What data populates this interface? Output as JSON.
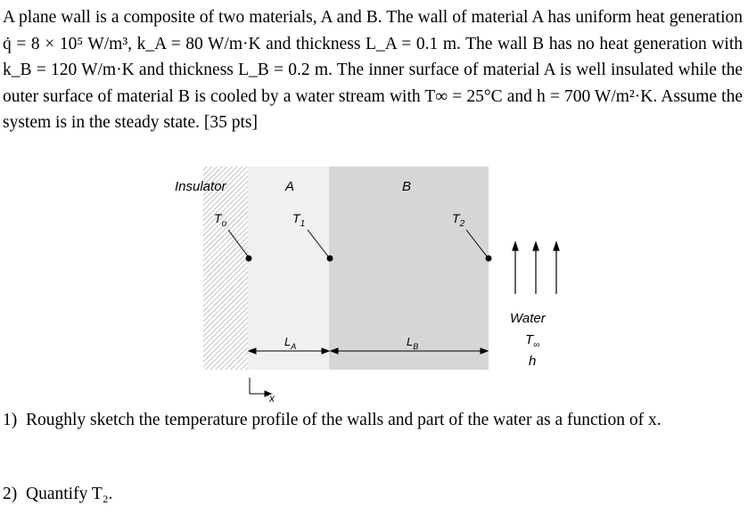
{
  "problem": {
    "statement": "A plane wall is a composite of two materials, A and B. The wall of material A has uniform heat generation q̇ = 8 × 10⁵ W/m³, k_A = 80 W/m·K and thickness L_A = 0.1 m. The wall B has no heat generation with k_B = 120 W/m·K and thickness L_B = 0.2 m. The inner surface of material A is well insulated while the outer surface of material B is cooled by a water stream with T∞ = 25°C and h = 700 W/m²·K. Assume the system is in the steady state. [35 pts]"
  },
  "figure": {
    "labels": {
      "insulator": "Insulator",
      "material_a": "A",
      "material_b": "B",
      "t0": "T",
      "t0_sub": "o",
      "t1": "T",
      "t1_sub": "1",
      "t2": "T",
      "t2_sub": "2",
      "la": "L",
      "la_sub": "A",
      "lb": "L",
      "lb_sub": "B",
      "water": "Water",
      "t_inf": "T",
      "t_inf_sub": "∞",
      "h": "h",
      "x_axis": "x"
    },
    "colors": {
      "insulator_hatch": "#a8a8a8",
      "material_a_fill": "#f0f0f0",
      "material_b_fill": "#d6d6d6",
      "line": "#000000"
    }
  },
  "questions": [
    {
      "number": "1)",
      "text": "Roughly sketch the temperature profile of the walls and part of the water as a function of x."
    },
    {
      "number": "2)",
      "text": "Quantify T₂."
    }
  ]
}
